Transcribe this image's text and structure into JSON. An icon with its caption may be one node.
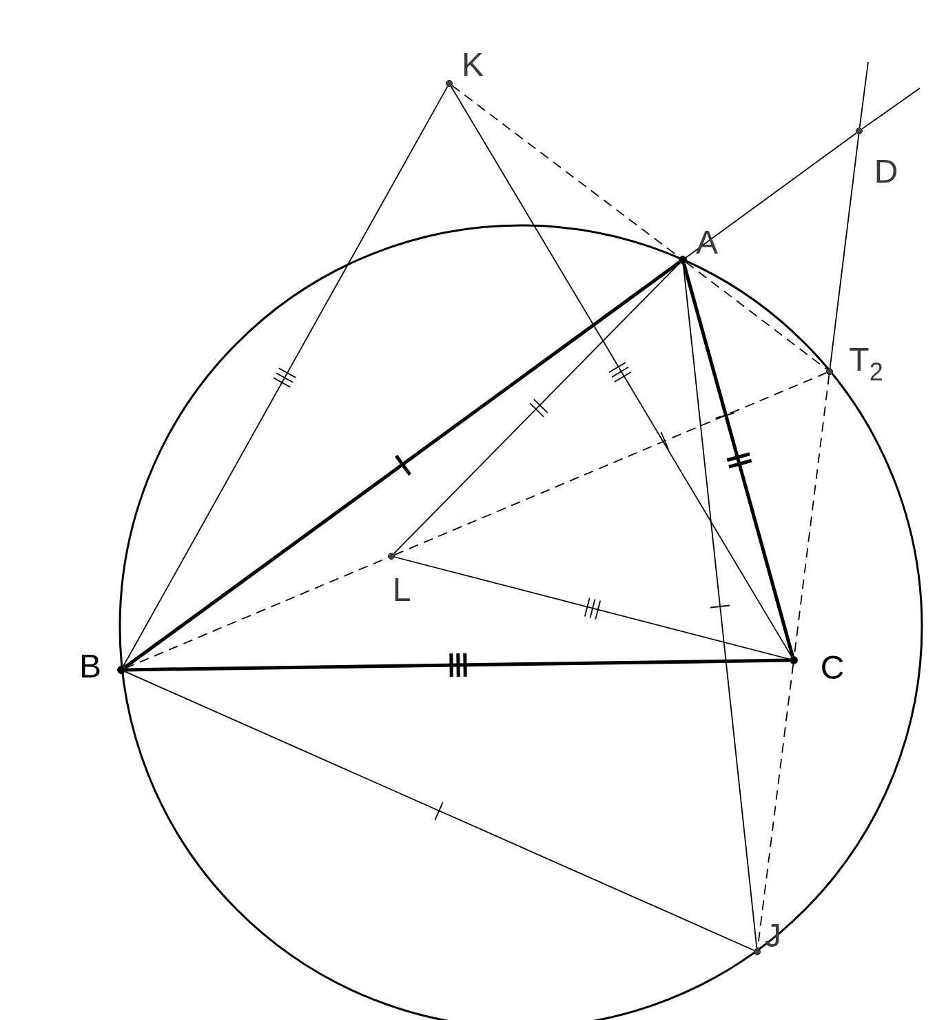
{
  "diagram": {
    "nodes": [
      {
        "text": [
          "K"
        ]
      },
      {
        "text": [
          "A"
        ]
      },
      {
        "text": [
          "D"
        ]
      },
      {
        "text": [
          "T$_{2}$"
        ]
      },
      {
        "text": [
          "L"
        ]
      },
      {
        "text": [
          "B"
        ]
      },
      {
        "text": [
          "C"
        ]
      },
      {
        "text": [
          "J"
        ]
      }
    ],
    "edges": [
      {
        "from": 0,
        "to": 5,
        "arrow": "none"
      },
      {
        "from": 0,
        "to": 6,
        "arrow": "none"
      },
      {
        "from": 0,
        "to": 1,
        "arrow": "none",
        "style": "dashed"
      },
      {
        "from": 1,
        "to": 3,
        "arrow": "none",
        "style": "dashed"
      },
      {
        "from": 1,
        "to": 5,
        "arrow": "none",
        "style": "thick"
      },
      {
        "from": 1,
        "to": 6,
        "arrow": "none",
        "style": "thick"
      },
      {
        "from": 5,
        "to": 6,
        "arrow": "none",
        "style": "thick"
      },
      {
        "from": 1,
        "to": 4,
        "arrow": "none"
      },
      {
        "from": 4,
        "to": 6,
        "arrow": "none"
      },
      {
        "from": 5,
        "to": 4,
        "arrow": "none",
        "style": "dashed"
      },
      {
        "from": 4,
        "to": 3,
        "arrow": "none",
        "style": "dashed"
      },
      {
        "from": 1,
        "to": 2,
        "arrow": "none"
      },
      {
        "from": 2,
        "to": null,
        "arrow": "none"
      },
      {
        "from": 2,
        "to": null,
        "arrow": "none"
      },
      {
        "from": 2,
        "to": 3,
        "arrow": "none"
      },
      {
        "from": 3,
        "to": 6,
        "arrow": "none",
        "style": "dashed"
      },
      {
        "from": 6,
        "to": 7,
        "arrow": "none",
        "style": "dashed"
      },
      {
        "from": 1,
        "to": 7,
        "arrow": "none"
      },
      {
        "from": 5,
        "to": 7,
        "arrow": "none"
      }
    ]
  }
}
